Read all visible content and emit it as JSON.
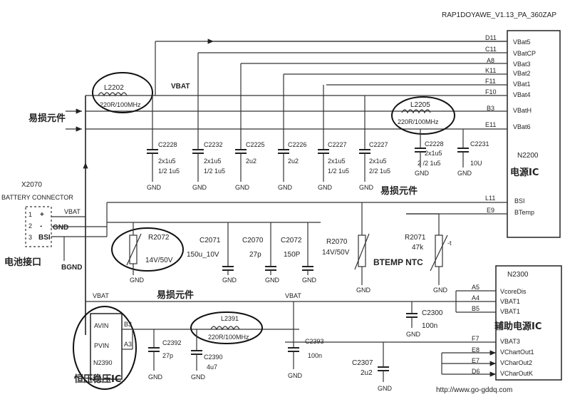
{
  "header": {
    "title": "RAP1DOYAWE_V1.13_PA_360ZAP"
  },
  "n2200": {
    "pins": [
      {
        "pin": "D11",
        "net": "VBat5"
      },
      {
        "pin": "C11",
        "net": "VBatCP"
      },
      {
        "pin": "A8",
        "net": "VBat3"
      },
      {
        "pin": "K11",
        "net": "VBat2"
      },
      {
        "pin": "F11",
        "net": "VBat1"
      },
      {
        "pin": "F10",
        "net": "VBat4"
      },
      {
        "pin": "B3",
        "net": "VBatH"
      },
      {
        "pin": "E11",
        "net": "VBat6"
      },
      {
        "pin": "L11",
        "net": "BSI"
      },
      {
        "pin": "E9",
        "net": "BTemp"
      }
    ],
    "ref": "N2200",
    "desc": "电源IC"
  },
  "n2300": {
    "ref": "N2300",
    "desc": "辅助电源IC",
    "pins": [
      {
        "pin": "A5",
        "net": "VcoreDis"
      },
      {
        "pin": "A4",
        "net": "VBAT1"
      },
      {
        "pin": "B5",
        "net": "VBAT1"
      },
      {
        "pin": "F7",
        "net": "VBAT3"
      },
      {
        "pin": "E8",
        "net": "VChartOut1"
      },
      {
        "pin": "E7",
        "net": "VCharOut2"
      },
      {
        "pin": "D6",
        "net": "VCharOutK"
      }
    ]
  },
  "inductors": {
    "l2202": {
      "ref": "L2202",
      "value": "220R/100MHz"
    },
    "l2205": {
      "ref": "L2205",
      "value": "220R/100MHz"
    },
    "l2391": {
      "ref": "L2391",
      "value": "220R/100MHz"
    }
  },
  "nets": {
    "vbat_top": "VBAT",
    "vbat_bus": "VBAT",
    "vbat_conn": "VBAT",
    "vbat_mid": "VBAT",
    "gnd": "GND",
    "bgnd": "BGND"
  },
  "warning": "易损元件",
  "top_caps": [
    {
      "ref": "C2228",
      "value1": "2x1u5",
      "value2": "1/2 1u5"
    },
    {
      "ref": "C2232",
      "value1": "2x1u5",
      "value2": "1/2 1u5"
    },
    {
      "ref": "C2225",
      "value1": "2u2",
      "value2": ""
    },
    {
      "ref": "C2226",
      "value1": "2u2",
      "value2": ""
    },
    {
      "ref": "C2227",
      "value1": "2x1u5",
      "value2": "1/2 1u5"
    },
    {
      "ref": "C2227",
      "value1": "2x1u5",
      "value2": "2/2 1u5"
    },
    {
      "ref": "C2228",
      "value1": "2x1u5",
      "value2": "2  /2 1u5"
    },
    {
      "ref": "C2231",
      "value1": "10U",
      "value2": ""
    }
  ],
  "connector": {
    "ref": "X2070",
    "name": "BATTERY CONNECTOR",
    "pin1": "1",
    "pin2": "2",
    "pin3": "3",
    "plus": "+",
    "minus": "-",
    "bsi": "BSI",
    "gnd": "GND",
    "desc": "电池接口"
  },
  "mid": {
    "r2072": {
      "ref": "R2072",
      "value": "14V/50V"
    },
    "c2071": {
      "ref": "C2071",
      "value": "150u_10V"
    },
    "c2070": {
      "ref": "C2070",
      "value": "27p"
    },
    "c2072": {
      "ref": "C2072",
      "value": "150P"
    },
    "r2070": {
      "ref": "R2070",
      "value": "14V/50V"
    },
    "r2071": {
      "ref": "R2071",
      "value": "47k",
      "mark": "-t"
    },
    "btemp": "BTEMP NTC"
  },
  "bottom": {
    "reg": {
      "avin": "AVIN",
      "pvin": "PVIN",
      "ref": "N2390",
      "pin_b3": "B3",
      "pin_a3": "A3",
      "desc": "恒压稳压IC"
    },
    "c2392": {
      "ref": "C2392",
      "value": "27p"
    },
    "c2390": {
      "ref": "C2390",
      "value": "4u7"
    },
    "c2393": {
      "ref": "C2393",
      "value": "100n"
    },
    "c2300": {
      "ref": "C2300",
      "value": "100n"
    },
    "c2307": {
      "ref": "C2307",
      "value": "2u2"
    }
  },
  "watermark": "http://www.go-gddq.com"
}
